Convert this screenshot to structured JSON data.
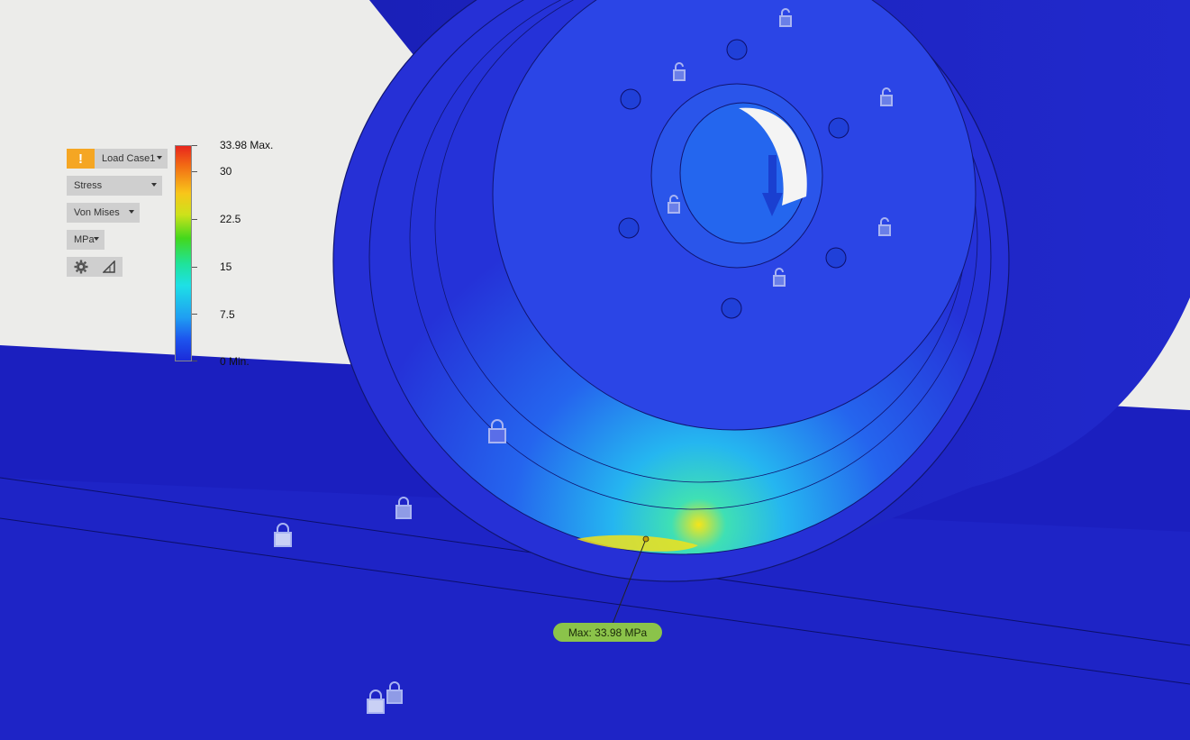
{
  "toolbar": {
    "warning_glyph": "!",
    "load_case": "Load Case1",
    "result_type": "Stress",
    "stress_component": "Von Mises",
    "units": "MPa",
    "settings_icon": "gear-icon",
    "probe_icon": "triangle-icon"
  },
  "legend": {
    "max_label": "33.98 Max.",
    "t30": "30",
    "t22_5": "22.5",
    "t15": "15",
    "t7_5": "7.5",
    "min_label": "0 Min."
  },
  "max_tag": "Max: 33.98 MPa",
  "colors": {
    "background": "#ececea",
    "model_blue": "#1f27c9",
    "warning": "#f5a623",
    "max_tag": "#8bc34a"
  }
}
